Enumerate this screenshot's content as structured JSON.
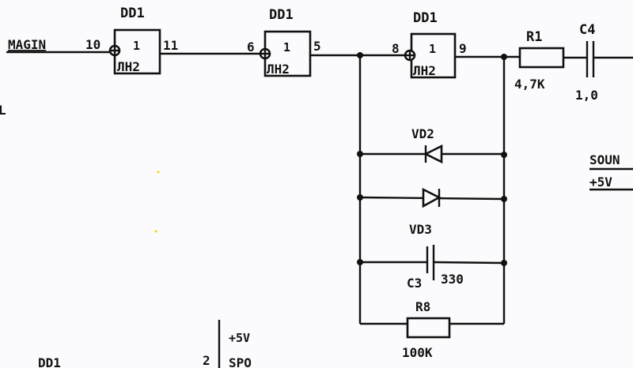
{
  "input_label": "MAGIN",
  "gates": [
    {
      "ref": "DD1",
      "symbol": "1",
      "part": "ЛН2",
      "in_pin": "10",
      "out_pin": "11"
    },
    {
      "ref": "DD1",
      "symbol": "1",
      "part": "ЛН2",
      "in_pin": "6",
      "out_pin": "5"
    },
    {
      "ref": "DD1",
      "symbol": "1",
      "part": "ЛН2",
      "in_pin": "8",
      "out_pin": "9"
    }
  ],
  "r1": {
    "ref": "R1",
    "value": "4,7K"
  },
  "c4": {
    "ref": "C4",
    "value": "1,0"
  },
  "vd2": {
    "ref": "VD2"
  },
  "vd3": {
    "ref": "VD3"
  },
  "c3": {
    "ref": "C3",
    "value": "330"
  },
  "r8": {
    "ref": "R8",
    "value": "100K"
  },
  "sound_label": "SOUN",
  "sound_supply": "+5V",
  "left_edge_label": "L",
  "bottom": {
    "chip_ref": "DD1",
    "pin": "2",
    "supply": "+5V",
    "signal": "SPO"
  }
}
